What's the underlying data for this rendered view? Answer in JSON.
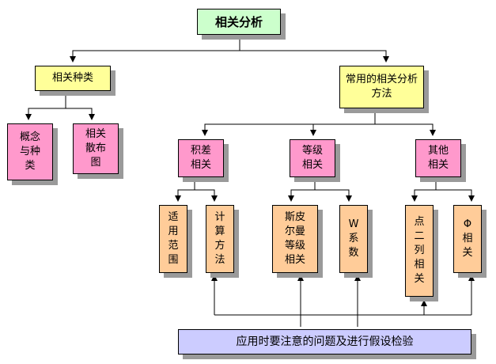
{
  "diagram": {
    "root": "相关分析",
    "types": "相关种类",
    "methods": "常用的相关分析方法",
    "concept": "概念与种类",
    "scatter": "相关散布图",
    "product": "积差相关",
    "rank": "等级相关",
    "other": "其他相关",
    "scope": "适用范围",
    "calc": "计算方法",
    "spearman": "斯皮尔曼等级相关",
    "kendall_w": "W系数",
    "point_biserial": "点二列相关",
    "phi": "Φ相关",
    "note": "应用时要注意的问题及进行假设检验"
  },
  "colors": {
    "root": "#ccffcc",
    "level1": "#ffff99",
    "level2": "#ff99cc",
    "level3": "#ffcc99",
    "note": "#ccccff",
    "shadow": "#9a9a9a"
  }
}
